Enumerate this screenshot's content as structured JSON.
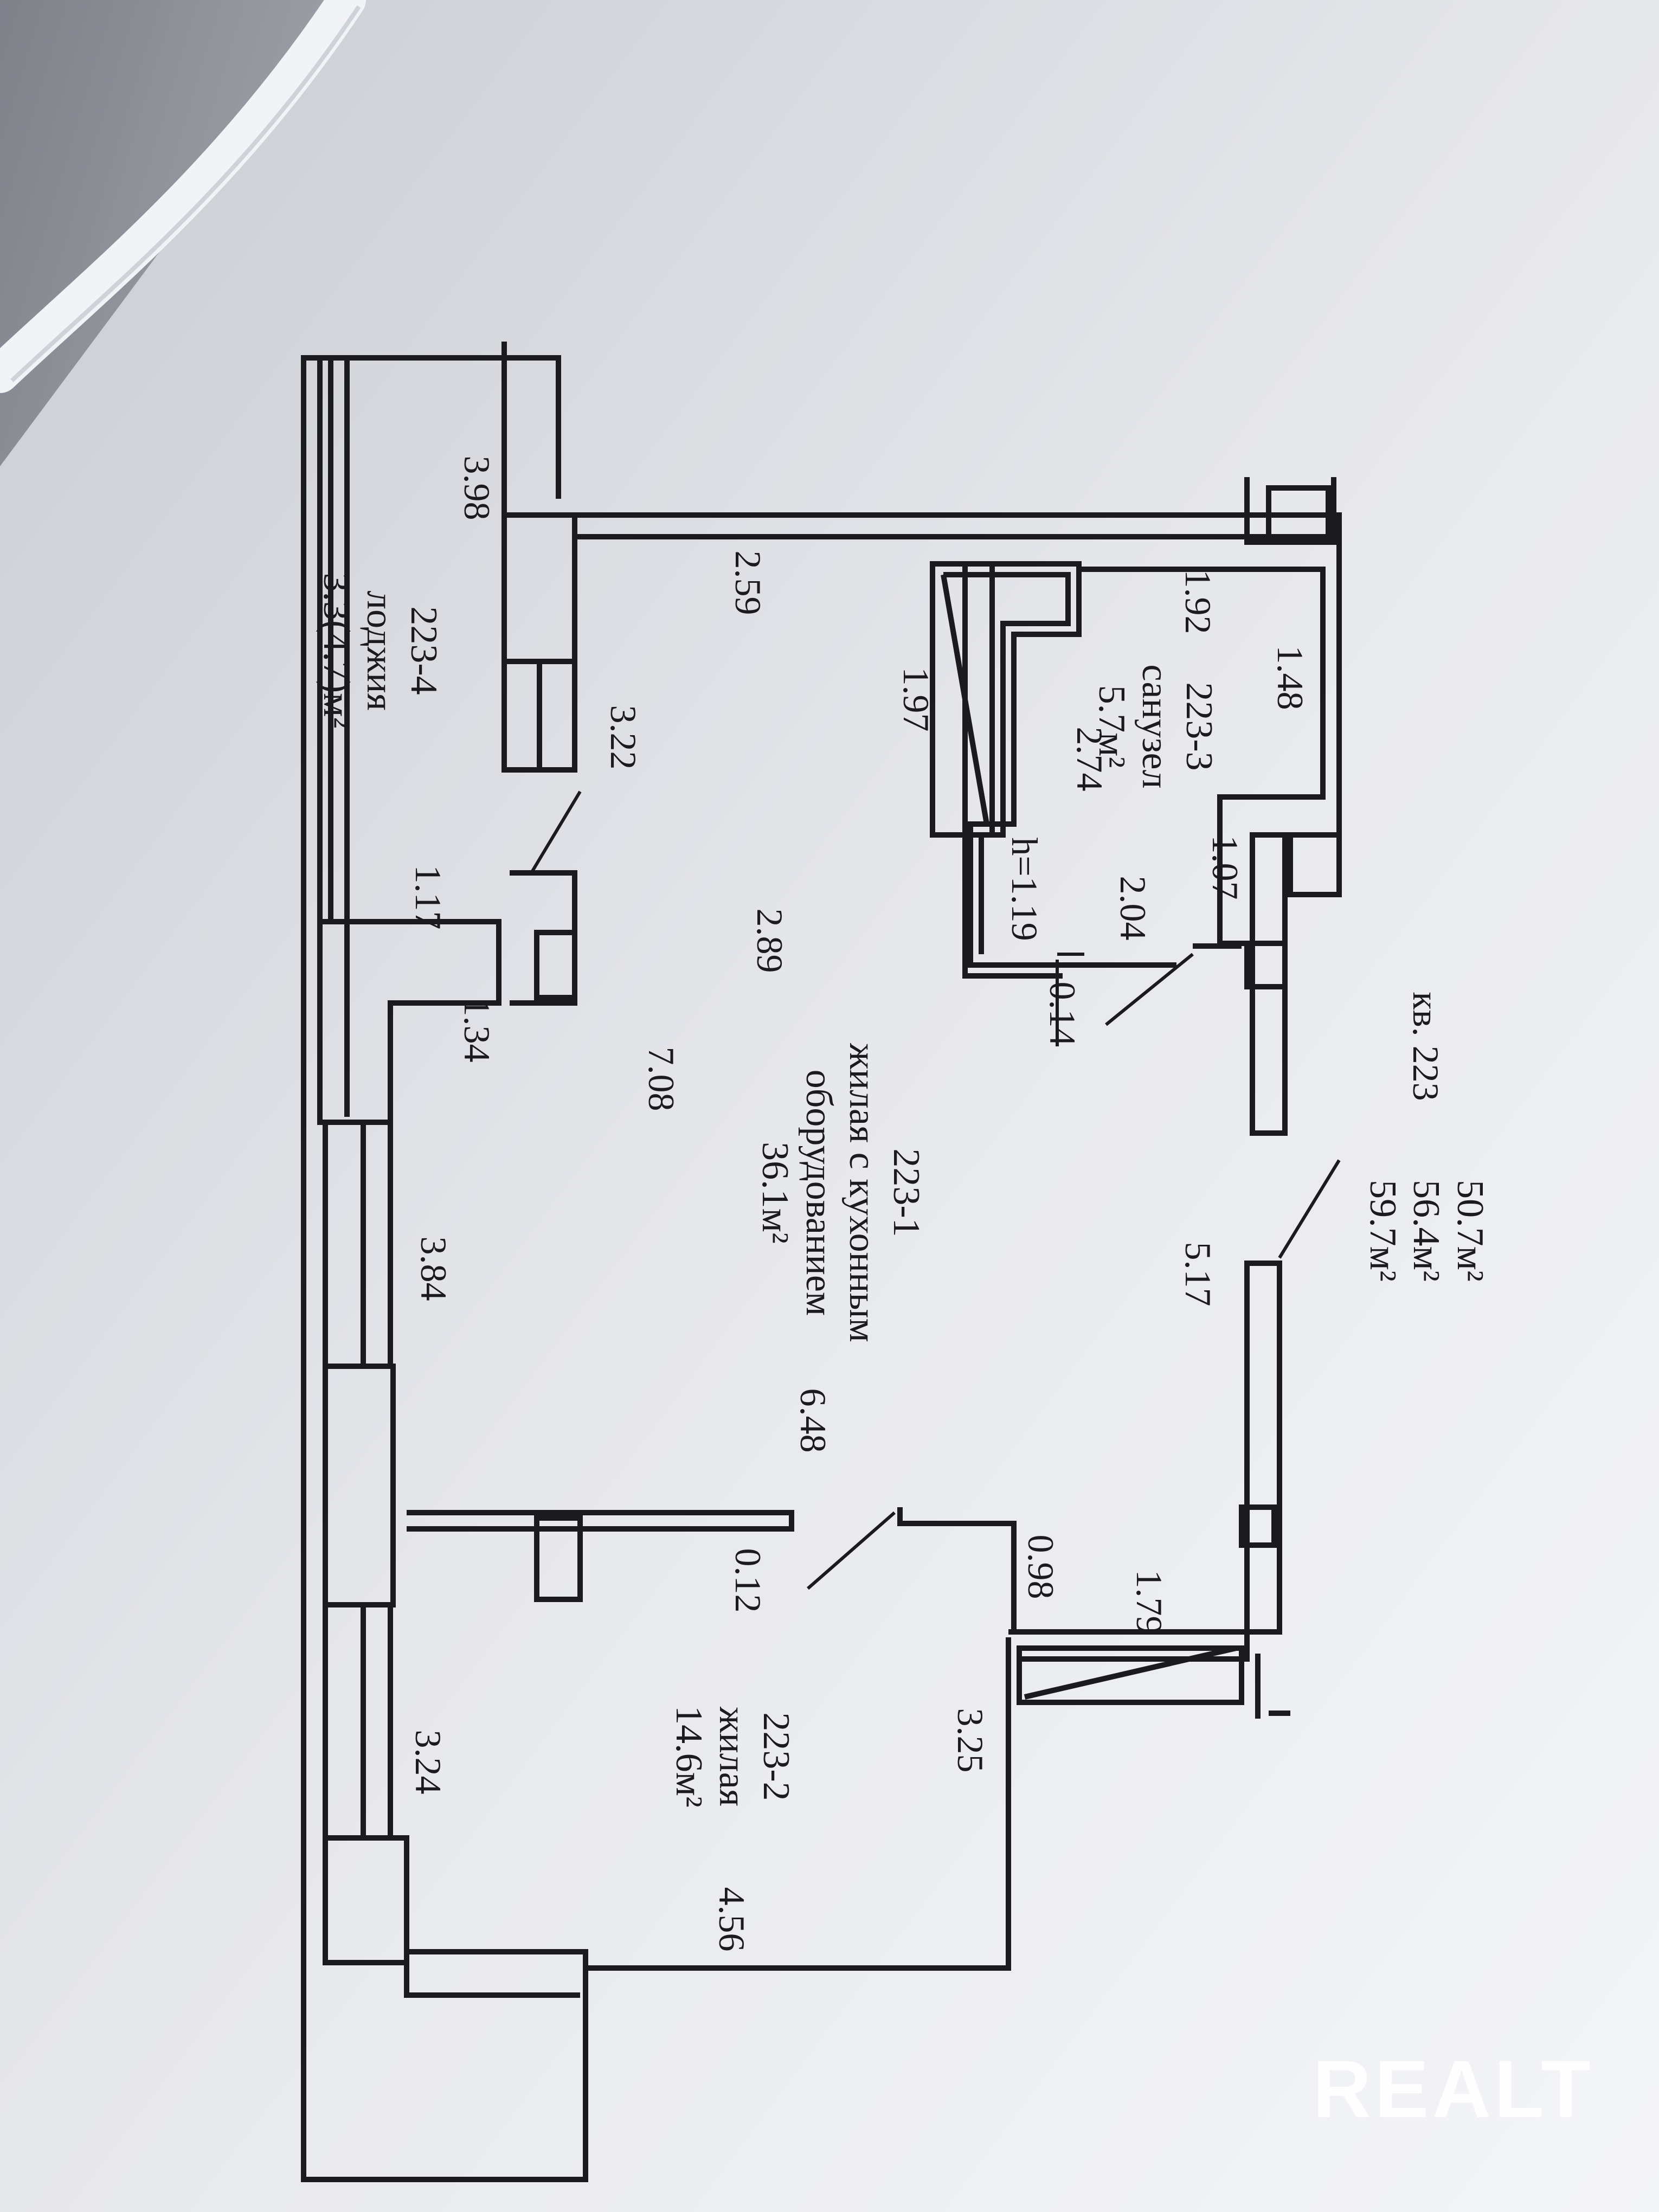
{
  "apartment": {
    "label": "кв. 223",
    "area_living": "50.7м²",
    "area_total": "56.4м²",
    "area_with_loggia": "59.7м²"
  },
  "rooms": {
    "living_kitchen": {
      "id": "223-1",
      "name_line1": "жилая с кухонным",
      "name_line2": "оборудованием",
      "area": "36.1м²"
    },
    "bedroom": {
      "id": "223-2",
      "name": "жилая",
      "area": "14.6м²"
    },
    "bathroom": {
      "id": "223-3",
      "name": "санузел",
      "area": "5.7м²"
    },
    "loggia": {
      "id": "223-4",
      "name": "лоджия",
      "area": "3.3(4.7)м²"
    }
  },
  "dimensions": {
    "d_3_98": "3.98",
    "d_3_22": "3.22",
    "d_2_59": "2.59",
    "d_1_97": "1.97",
    "d_1_92": "1.92",
    "d_1_48": "1.48",
    "d_2_74": "2.74",
    "d_1_07": "1.07",
    "d_h_1_19": "h=1.19",
    "d_2_04": "2.04",
    "d_0_14": "0.14",
    "d_1_17": "1.17",
    "d_2_89": "2.89",
    "d_1_34": "1.34",
    "d_7_08": "7.08",
    "d_3_84": "3.84",
    "d_5_17": "5.17",
    "d_6_48": "6.48",
    "d_0_12": "0.12",
    "d_0_98": "0.98",
    "d_1_79": "1.79",
    "d_3_25": "3.25",
    "d_3_24": "3.24",
    "d_4_56": "4.56"
  },
  "watermark": "REALT",
  "colors": {
    "paper": "#f0f1f5",
    "ink": "#1b1b1e",
    "shadow": "#9a9ca3"
  }
}
